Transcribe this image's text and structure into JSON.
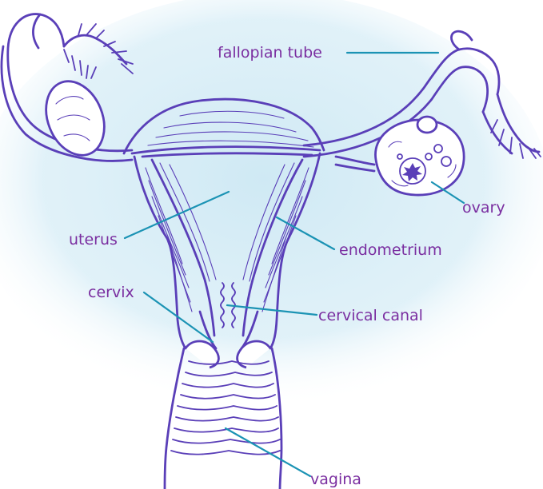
{
  "colors": {
    "outline": "#5a3fb8",
    "label_text": "#7a2ea0",
    "leader_line": "#1b93b4",
    "background_glow": "#cfe9f4"
  },
  "labels": {
    "fallopian_tube": "fallopian tube",
    "ovary": "ovary",
    "uterus": "uterus",
    "endometrium": "endometrium",
    "cervix": "cervix",
    "cervical_canal": "cervical canal",
    "vagina": "vagina"
  }
}
